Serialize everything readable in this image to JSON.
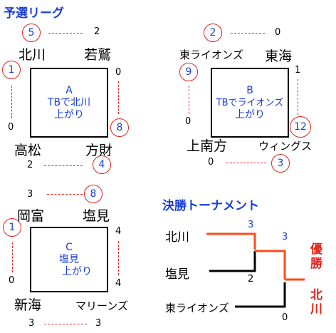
{
  "title": "予選リーグ",
  "final_title": "決勝トーナメント",
  "group_a": {
    "label": "A",
    "result": [
      "TBで北川",
      "上がり"
    ],
    "teams": {
      "tl": "北川",
      "tr": "若鷲",
      "bl": "高松",
      "br": "方財"
    },
    "scores": {
      "top_left": "5",
      "top_right": "2",
      "left_top": "1",
      "left_bottom": "0",
      "right_top": "0",
      "right_bottom": "8",
      "bottom_left": "2",
      "bottom_right": "4"
    }
  },
  "group_b": {
    "label": "B",
    "result": [
      "TBでライオンズ",
      "上がり"
    ],
    "teams": {
      "tl": "東ライオンズ",
      "tr": "東海",
      "bl": "上南方",
      "br": "ウィングス"
    },
    "scores": {
      "top_left": "2",
      "top_right": "0",
      "left_top": "9",
      "left_bottom": "0",
      "right_top": "1",
      "right_bottom": "12",
      "bottom_left": "0",
      "bottom_right": "3"
    }
  },
  "group_c": {
    "label": "C",
    "result": [
      "塩見",
      "上がり"
    ],
    "teams": {
      "tl": "岡富",
      "tr": "塩見",
      "bl": "新海",
      "br": "マリーンズ"
    },
    "scores": {
      "top_left": "3",
      "top_right": "8",
      "left_top": "1",
      "left_bottom": "0",
      "right_top": "4",
      "right_bottom": "4",
      "bottom_left": "3",
      "bottom_right": "3"
    }
  },
  "tournament": {
    "teams": [
      "北川",
      "塩見",
      "東ライオンズ"
    ],
    "scores": {
      "semi_winner": "3",
      "semi_loser": "2",
      "final_winner": "3",
      "final_loser": "0"
    },
    "champion_label": "優勝",
    "champion": "北川"
  },
  "colors": {
    "blue": "#1a3fd6",
    "red": "#e0261f",
    "orange": "#ff4a1a"
  }
}
